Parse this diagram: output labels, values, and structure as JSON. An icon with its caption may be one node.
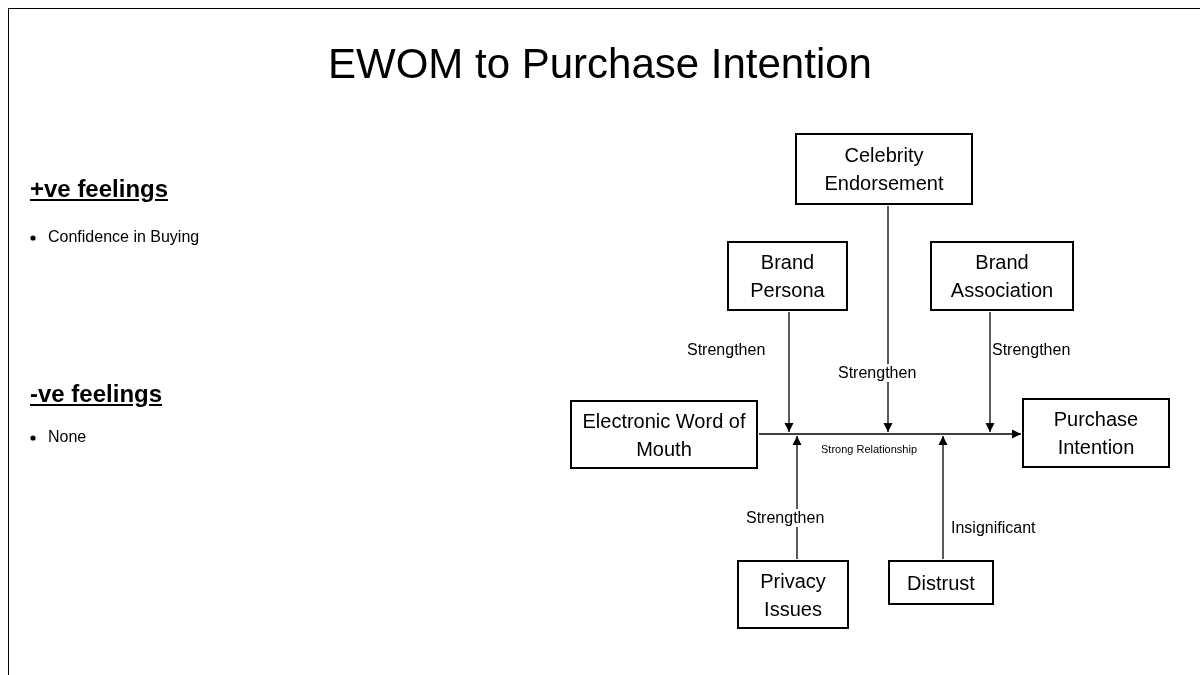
{
  "diagram": {
    "title": "EWOM to Purchase Intention",
    "nodes": [
      {
        "text": [
          "Celebrity Endorsement"
        ]
      },
      {
        "text": [
          "Brand Persona"
        ]
      },
      {
        "text": [
          "Brand Association"
        ]
      },
      {
        "text": [
          "Electronic Word of Mouth"
        ]
      },
      {
        "text": [
          "Purchase Intention"
        ]
      },
      {
        "text": [
          "Privacy Issues"
        ]
      },
      {
        "text": [
          "Distrust"
        ]
      }
    ],
    "edges": [
      {
        "from": 3,
        "to": 4,
        "arrow": "to",
        "label": "Strong Relationship"
      },
      {
        "from": 0,
        "to": null,
        "arrow": "to",
        "label": "Strengthen"
      },
      {
        "from": 1,
        "to": null,
        "arrow": "to",
        "label": "Strengthen"
      },
      {
        "from": 2,
        "to": null,
        "arrow": "to",
        "label": "Strengthen"
      },
      {
        "from": 5,
        "to": null,
        "arrow": "to",
        "label": "Strengthen"
      },
      {
        "from": 6,
        "to": null,
        "arrow": "to",
        "label": "Insignificant"
      }
    ],
    "labels": [
      "+ve feelings",
      "Confidence in Buying",
      "-ve feelings",
      "None"
    ]
  }
}
